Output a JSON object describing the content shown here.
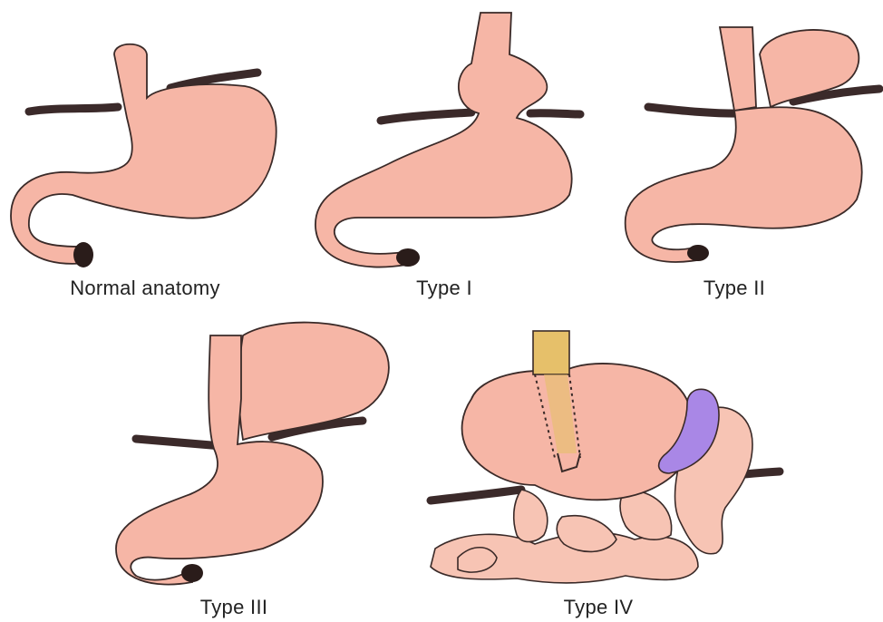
{
  "colors": {
    "stomach_fill": "#f6b6a6",
    "stomach_stroke": "#3a2a28",
    "diaphragm": "#3b2a2a",
    "esophagus_tube": "#e6c06a",
    "spleen": "#a987e6",
    "intestine_fill": "#f7c4b4"
  },
  "panels": [
    {
      "id": "normal",
      "caption": "Normal anatomy"
    },
    {
      "id": "type1",
      "caption": "Type I"
    },
    {
      "id": "type2",
      "caption": "Type II"
    },
    {
      "id": "type3",
      "caption": "Type III"
    },
    {
      "id": "type4",
      "caption": "Type IV"
    }
  ]
}
